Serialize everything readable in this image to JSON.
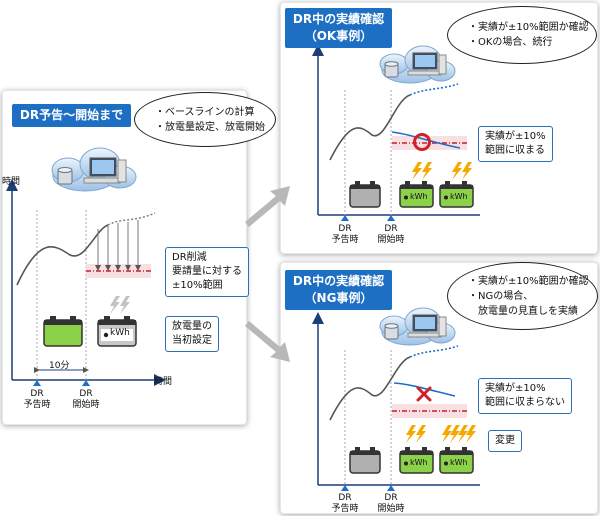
{
  "left": {
    "title": "DR予告～開始まで",
    "bubble_lines": [
      "・ベースラインの計算",
      "・放電量設定、放電開始"
    ],
    "y_axis_label": "時間",
    "x_axis_label": "時間",
    "note_range": [
      "DR削減",
      "要請量に対する",
      "±10%範囲"
    ],
    "note_initial": [
      "放電量の",
      "当初設定"
    ],
    "duration_label": "10分",
    "battery_label": "kWh",
    "tick1": [
      "DR",
      "予告時"
    ],
    "tick2": [
      "DR",
      "開始時"
    ]
  },
  "ok": {
    "title_lines": [
      "DR中の実績確認",
      "（OK事例）"
    ],
    "bubble_lines": [
      "・実績が±10%範囲か確認",
      "・OKの場合、続行"
    ],
    "note": [
      "実績が±10%",
      "範囲に収まる"
    ],
    "battery_label": "kWh",
    "tick1": [
      "DR",
      "予告時"
    ],
    "tick2": [
      "DR",
      "開始時"
    ]
  },
  "ng": {
    "title_lines": [
      "DR中の実績確認",
      "（NG事例）"
    ],
    "bubble_lines": [
      "・実績が±10%範囲か確認",
      "・NGの場合、",
      "　放電量の見直しを実績"
    ],
    "note": [
      "実績が±10%",
      "範囲に収まらない"
    ],
    "change_label": "変更",
    "battery_label": "kWh",
    "tick1": [
      "DR",
      "予告時"
    ],
    "tick2": [
      "DR",
      "開始時"
    ]
  },
  "colors": {
    "accent_blue": "#1c6fc2",
    "range_band": "#f7dfe2",
    "range_line": "#c0202a",
    "battery_green": "#8cd14a",
    "battery_gray": "#b0b0b0",
    "bolt": "#f5a800",
    "arrow_gray": "#b8b8b8"
  },
  "icons": [
    "cloud-server-icon",
    "battery-icon",
    "lightning-icon",
    "circle-ok-icon",
    "cross-ng-icon",
    "arrow-right-icon"
  ]
}
